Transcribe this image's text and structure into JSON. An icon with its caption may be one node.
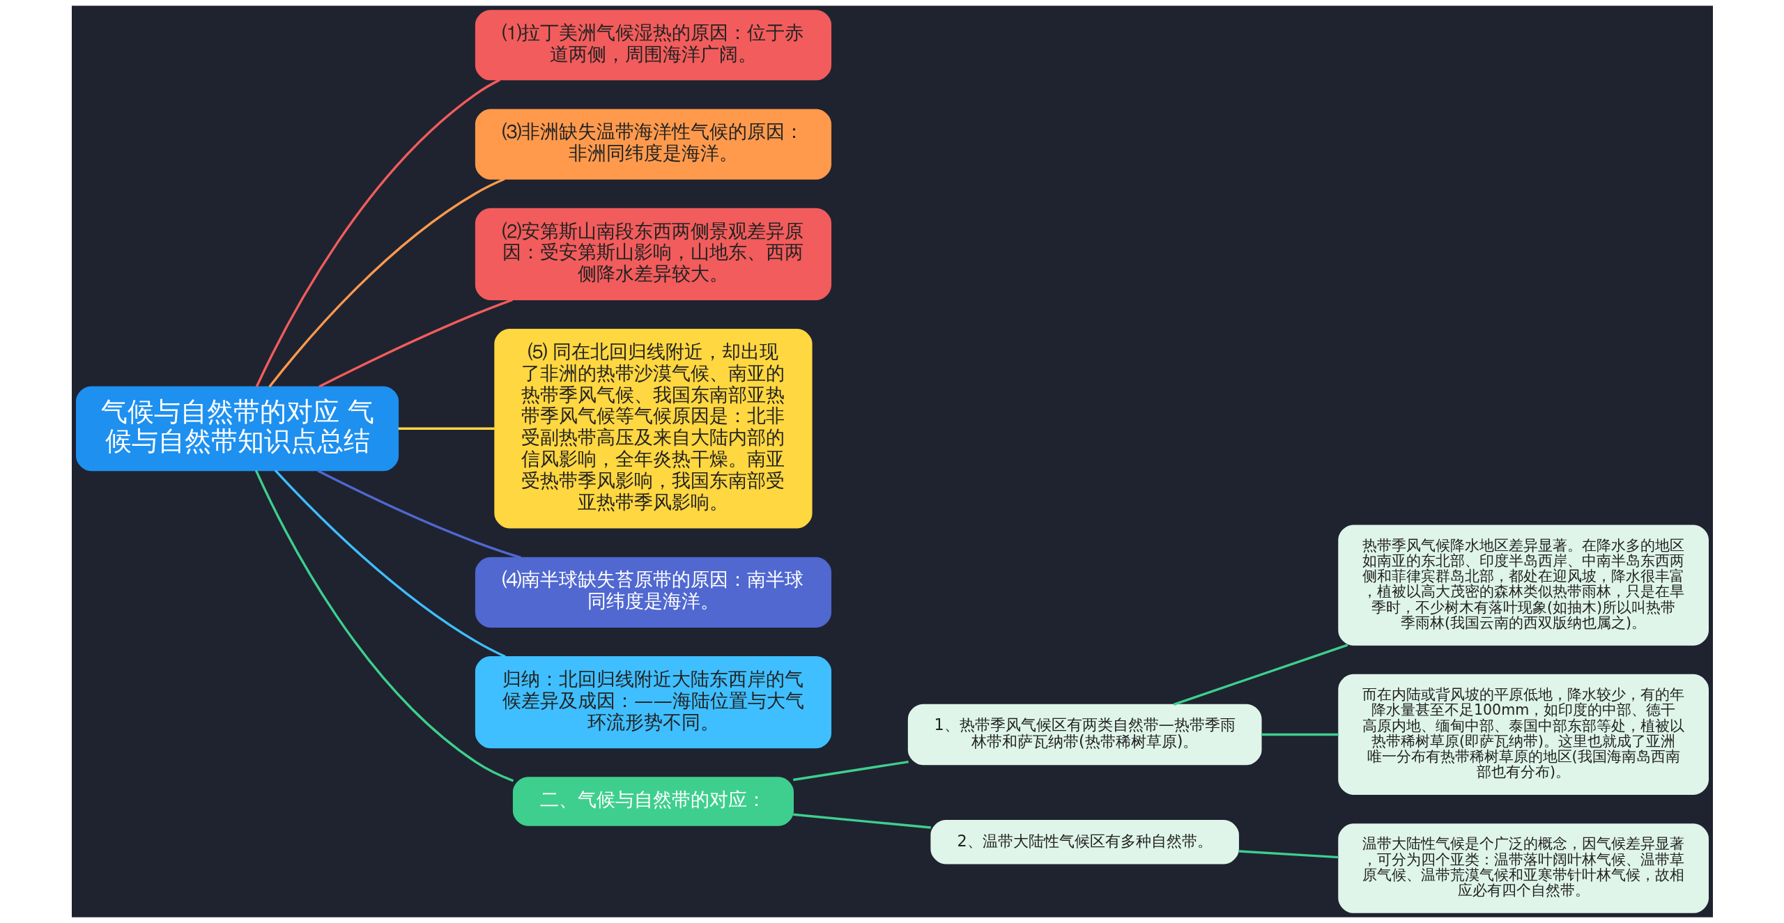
{
  "diagram": {
    "nodes": [
      {
        "text": [
          "气候与自然带的对应 气候与自然带知识点总结"
        ]
      },
      {
        "text": [
          "⑴拉丁美洲气候湿热的原因：位于赤道两侧，周围海洋广阔。"
        ]
      },
      {
        "text": [
          "⑶非洲缺失温带海洋性气候的原因：非洲同纬度是海洋。"
        ]
      },
      {
        "text": [
          "⑵安第斯山南段东西两侧景观差异原因：受安第斯山影响，山地东、西两侧降水差异较大。"
        ]
      },
      {
        "text": [
          "⑸ 同在北回归线附近，却出现了非洲的热带沙漠气候、南亚的热带季风气候、我国东南部亚热带季风气候等气候原因是：北非受副热带高压及来自大陆内部的信风影响，全年炎热干燥。南亚受热带季风影响，我国东南部受亚热带季风影响。"
        ]
      },
      {
        "text": [
          "⑷南半球缺失苔原带的原因：南半球同纬度是海洋。"
        ]
      },
      {
        "text": [
          "归纳：北回归线附近大陆东西岸的气候差异及成因：——海陆位置与大气环流形势不同。"
        ]
      },
      {
        "text": [
          "二、气候与自然带的对应："
        ]
      },
      {
        "text": [
          "1、热带季风气候区有两类自然带—热带季雨林带和萨瓦纳带(热带稀树草原)。"
        ]
      },
      {
        "text": [
          "热带季风气候降水地区差异显著。在降水多的地区如南亚的东北部、印度半岛西岸、中南半岛东西两侧和菲律宾群岛北部，都处在迎风坡，降水很丰富，植被以高大茂密的森林类似热带雨林，只是在旱季时，不少树木有落叶现象(如抽木)所以叫热带季雨林(我国云南的西双版纳也属之)。"
        ]
      },
      {
        "text": [
          "而在内陆或背风坡的平原低地，降水较少，有的年降水量甚至不足100mm，如印度的中部、德干高原内地、缅甸中部、泰国中部东部等处，植被以热带稀树草原(即萨瓦纳带)。这里也就成了亚洲唯一分布有热带稀树草原的地区(我国海南岛西南部也有分布)。"
        ]
      },
      {
        "text": [
          "2、温带大陆性气候区有多种自然带。"
        ]
      },
      {
        "text": [
          "温带大陆性气候是个广泛的概念，因气候差异显著，可分为四个亚类：温带落叶阔叶林气候、温带草原气候、温带荒漠气候和亚寒带针叶林气候，故相应必有四个自然带。"
        ]
      }
    ],
    "edges": [
      {
        "from": 0,
        "to": 1,
        "arrow": "none",
        "color": "#f25c5c"
      },
      {
        "from": 0,
        "to": 2,
        "arrow": "none",
        "color": "#ff9a4d"
      },
      {
        "from": 0,
        "to": 3,
        "arrow": "none",
        "color": "#f25c5c"
      },
      {
        "from": 0,
        "to": 4,
        "arrow": "none",
        "color": "#ffd740"
      },
      {
        "from": 0,
        "to": 5,
        "arrow": "none",
        "color": "#5068d0"
      },
      {
        "from": 0,
        "to": 6,
        "arrow": "none",
        "color": "#3fbfff"
      },
      {
        "from": 0,
        "to": 7,
        "arrow": "none"
      },
      {
        "from": 7,
        "to": 8,
        "arrow": "none"
      },
      {
        "from": 8,
        "to": 9,
        "arrow": "none"
      },
      {
        "from": 8,
        "to": 10,
        "arrow": "none"
      },
      {
        "from": 7,
        "to": 11,
        "arrow": "none"
      },
      {
        "from": 11,
        "to": 12,
        "arrow": "none"
      }
    ]
  }
}
